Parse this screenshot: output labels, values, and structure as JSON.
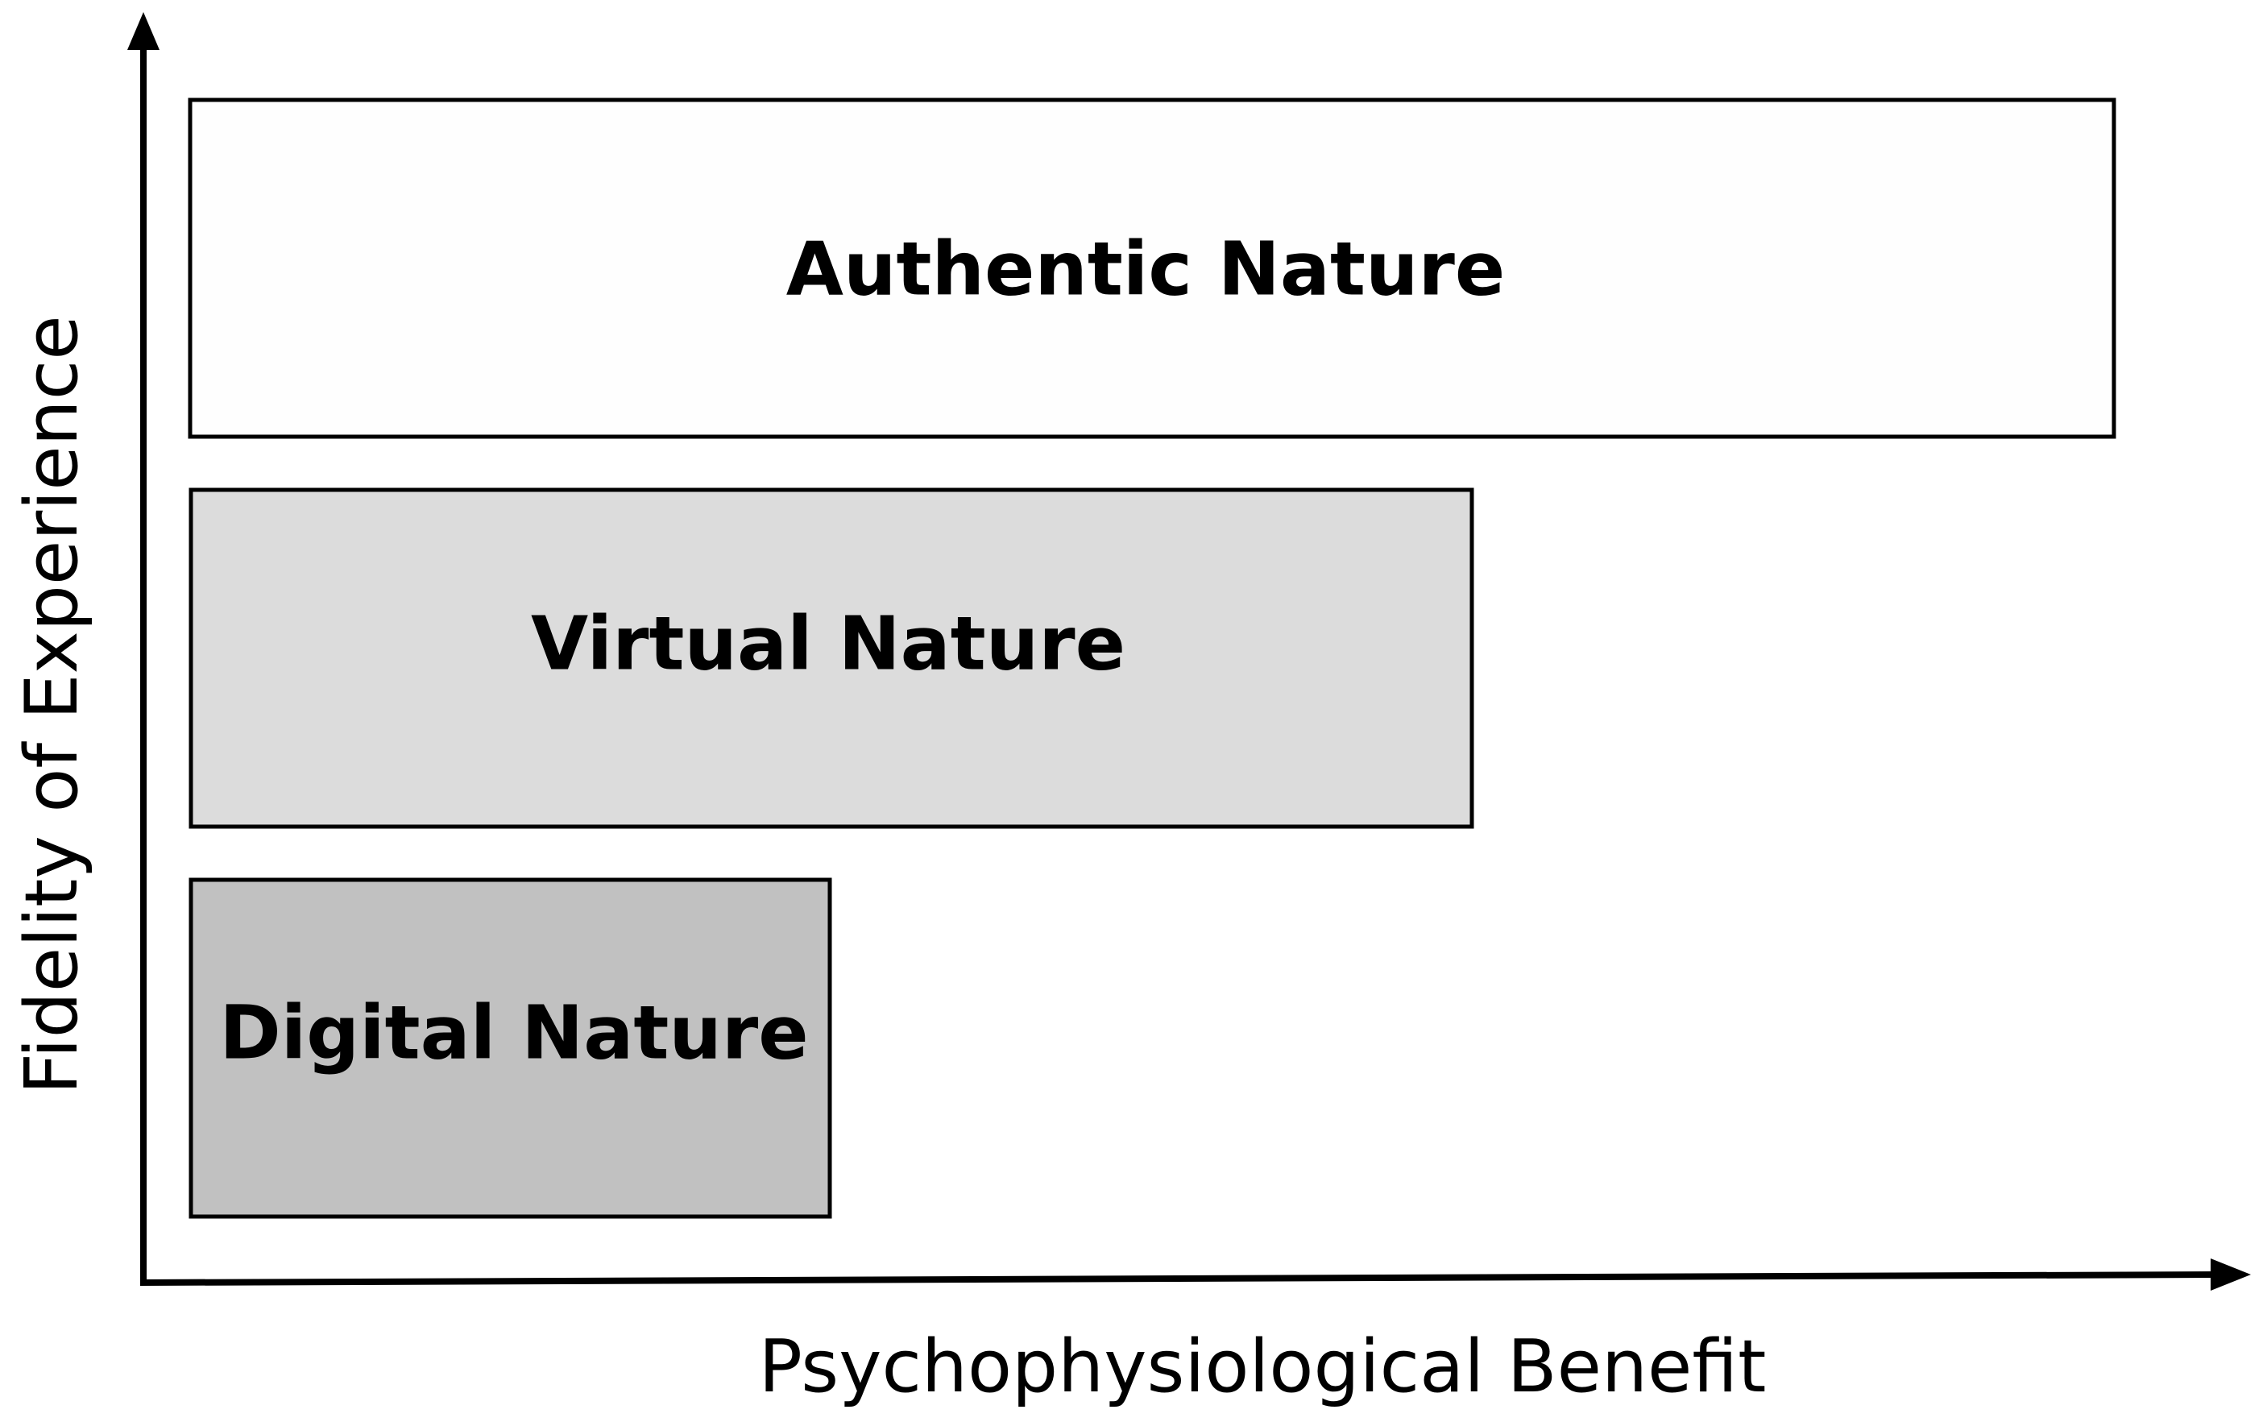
{
  "axes": {
    "x_label": "Psychophysiological Benefit",
    "y_label": "Fidelity of Experience"
  },
  "levels": [
    {
      "id": "authentic",
      "label": "Authentic Nature",
      "fill": "#fefefe"
    },
    {
      "id": "virtual",
      "label": "Virtual Nature",
      "fill": "#dcdcdc"
    },
    {
      "id": "digital",
      "label": "Digital Nature",
      "fill": "#c1c1c1"
    }
  ],
  "colors": {
    "axis": "#000000",
    "text": "#000000"
  }
}
